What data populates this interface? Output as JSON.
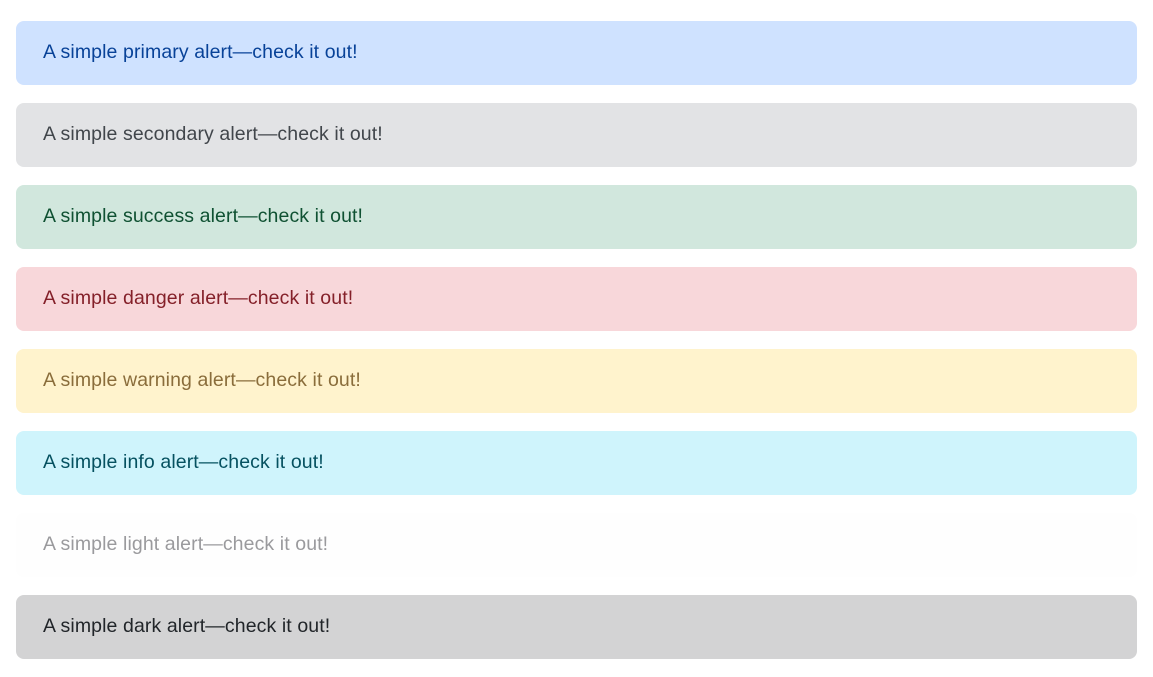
{
  "page": {
    "title": "Alerts",
    "background_color": "#ffffff"
  },
  "alerts": {
    "section_name": "alert-stack",
    "items": [
      {
        "variant": "primary",
        "text": "A simple primary alert—check it out!",
        "background_color": "#cfe2ff",
        "text_color": "#084298"
      },
      {
        "variant": "secondary",
        "text": "A simple secondary alert—check it out!",
        "background_color": "#e2e3e5",
        "text_color": "#41464b"
      },
      {
        "variant": "success",
        "text": "A simple success alert—check it out!",
        "background_color": "#d1e7dd",
        "text_color": "#0f5132"
      },
      {
        "variant": "danger",
        "text": "A simple danger alert—check it out!",
        "background_color": "#f8d7da",
        "text_color": "#842029"
      },
      {
        "variant": "warning",
        "text": "A simple warning alert—check it out!",
        "background_color": "#fff3cd",
        "text_color": "#8a6d3b"
      },
      {
        "variant": "info",
        "text": "A simple info alert—check it out!",
        "background_color": "#cff4fc",
        "text_color": "#055160"
      },
      {
        "variant": "light",
        "text": "A simple light alert—check it out!",
        "background_color": "#fefefe",
        "text_color": "#9a9a9d"
      },
      {
        "variant": "dark",
        "text": "A simple dark alert—check it out!",
        "background_color": "#d3d3d4",
        "text_color": "#212529"
      }
    ]
  }
}
